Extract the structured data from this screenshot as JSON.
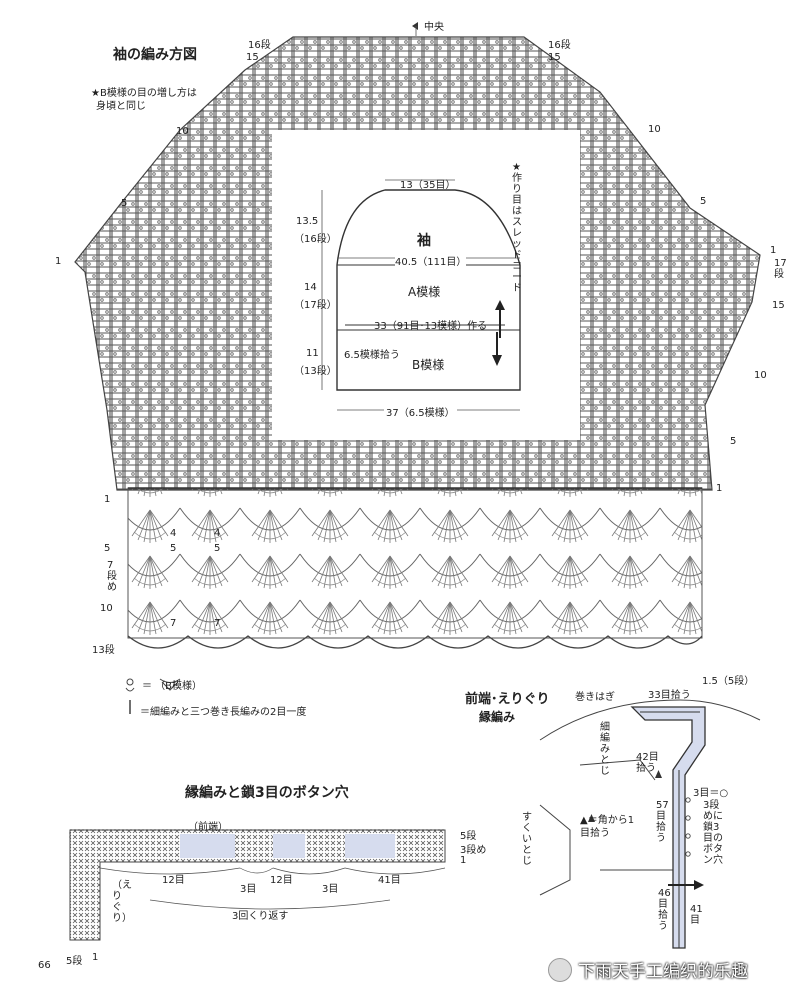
{
  "sleeve": {
    "title": "袖の編み方図",
    "note_line1": "★B模様の目の増し方は",
    "note_line2": "身頃と同じ",
    "center_label": "中央",
    "star_cord": "★作り目はスレッドコード",
    "row_labels": {
      "left_16": "16段",
      "left_15": "15",
      "left_10": "10",
      "left_5": "5",
      "left_1": "1",
      "right_16": "16段",
      "right_15a": "15",
      "right_10a": "10",
      "right_5a": "5",
      "right_1": "1",
      "right_17": "17段",
      "right_15b": "15",
      "right_10b": "10",
      "right_5b": "5",
      "right_1b": "1"
    },
    "b_labels": {
      "r1": "1",
      "r5": "5",
      "r7": "7段め",
      "r10": "10",
      "r13": "13段",
      "n4a": "4",
      "n5a": "5",
      "n4b": "4",
      "n5b": "5",
      "n7a": "7",
      "n7b": "7"
    },
    "schematic": {
      "name": "袖",
      "top_width": "13（35目）",
      "cap_height": "13.5",
      "cap_rows": "（16段）",
      "wide_width": "40.5（111目）",
      "a_height": "14",
      "a_rows": "（17段）",
      "a_pattern": "A模様",
      "make_line": "33（91目･13模様）作る",
      "pick_up": "6.5模様拾う",
      "b_height": "11",
      "b_rows": "（13段）",
      "b_pattern": "B模様",
      "bottom_width": "37（6.5模様）"
    }
  },
  "legend": {
    "item1": "＝ （B模様）",
    "item2": "＝細編みと三つ巻き長編みの2目一度"
  },
  "button": {
    "title": "縁編みと鎖3目のボタン穴",
    "front": "（前端）",
    "row5": "5段",
    "row3": "3段め",
    "row1": "1",
    "c12a": "12目",
    "c3a": "3目",
    "c12b": "12目",
    "c3b": "3目",
    "c41": "41目",
    "collar": "（えりぐり）",
    "repeat": "3回くり返す",
    "bottom5": "5段",
    "bottom1": "1"
  },
  "front_edge": {
    "title1": "前端･えりぐり",
    "title2": "縁編み",
    "makihagi": "巻きはぎ",
    "pick33": "33目拾う",
    "width15": "1.5（5段）",
    "hosoami": "細編みとじ",
    "pick42": "42目拾う",
    "symbol": "3目＝○",
    "corner_note": "▲＝角から1目拾う",
    "sukui": "すくいとじ",
    "pick57": "57目拾う",
    "buttonhole": "3段めに鎖3目のボタン穴",
    "pick46": "46目拾う",
    "c41": "41目"
  },
  "page_number": "66",
  "watermark": "下雨天手工编织的乐趣"
}
